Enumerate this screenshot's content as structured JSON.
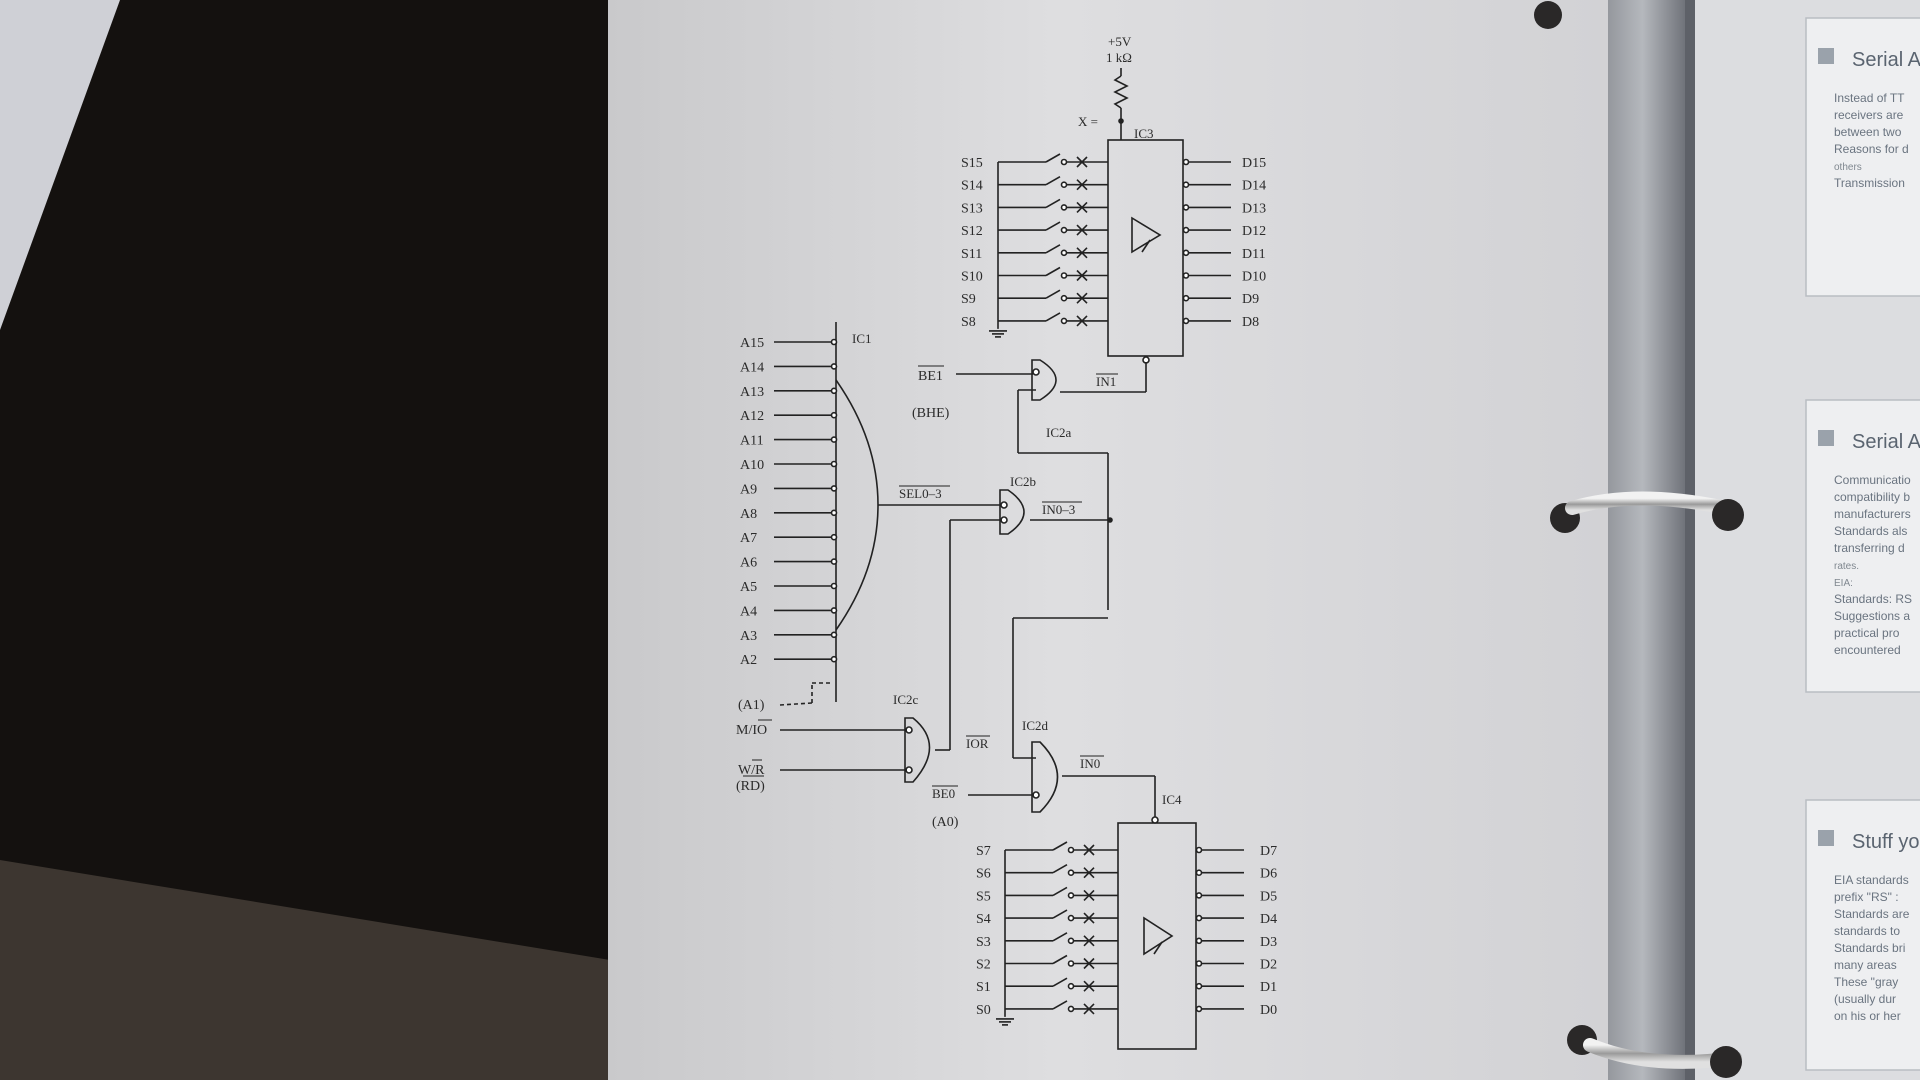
{
  "supply": {
    "voltage": "+5V",
    "resistor": "1 kΩ",
    "node": "X ="
  },
  "ic_labels": {
    "ic1": "IC1",
    "ic2a": "IC2a",
    "ic2b": "IC2b",
    "ic2c": "IC2c",
    "ic2d": "IC2d",
    "ic3": "IC3",
    "ic4": "IC4"
  },
  "address_lines": [
    "A15",
    "A14",
    "A13",
    "A12",
    "A11",
    "A10",
    "A9",
    "A8",
    "A7",
    "A6",
    "A5",
    "A4",
    "A3",
    "A2"
  ],
  "a1_label": "(A1)",
  "control": {
    "mio": "M/IO",
    "wr": "W/R",
    "rd": "(RD)"
  },
  "gate_labels": {
    "be1": "BE1",
    "bhe": "(BHE)",
    "sel": "SEL0–3",
    "in03": "IN0–3",
    "ior": "IOR",
    "be0": "BE0",
    "a0": "(A0)",
    "in1": "IN1",
    "in0": "IN0"
  },
  "upper_switches": [
    "S15",
    "S14",
    "S13",
    "S12",
    "S11",
    "S10",
    "S9",
    "S8"
  ],
  "upper_outputs": [
    "D15",
    "D14",
    "D13",
    "D12",
    "D11",
    "D10",
    "D9",
    "D8"
  ],
  "lower_switches": [
    "S7",
    "S6",
    "S5",
    "S4",
    "S3",
    "S2",
    "S1",
    "S0"
  ],
  "lower_outputs": [
    "D7",
    "D6",
    "D5",
    "D4",
    "D3",
    "D2",
    "D1",
    "D0"
  ],
  "slides": [
    {
      "title": "Serial A",
      "bullets": [
        "Instead of TT",
        "receivers are",
        "between two",
        "Reasons for d",
        "others",
        "Transmission"
      ]
    },
    {
      "title": "Serial A",
      "bullets": [
        "Communicatio",
        "compatibility b",
        "manufacturers",
        "Standards als",
        "transferring d",
        "rates.",
        "EIA:",
        "Standards: RS",
        "Suggestions a",
        "practical pro",
        "encountered"
      ]
    },
    {
      "title": "Stuff yo",
      "bullets": [
        "EIA standards",
        "prefix \"RS\" :",
        "Standards are",
        "standards to",
        "Standards bri",
        "many areas",
        "These \"gray",
        "(usually dur",
        "on his or her"
      ]
    }
  ]
}
